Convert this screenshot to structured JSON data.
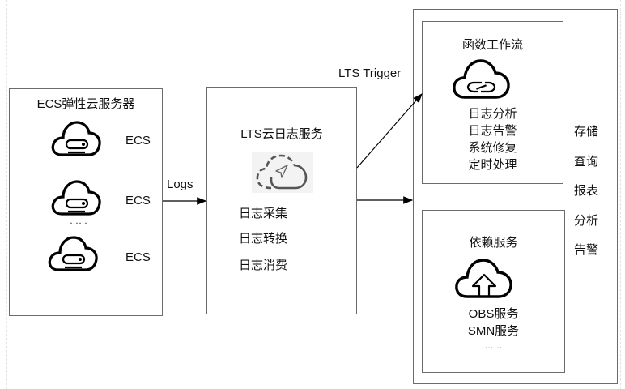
{
  "ecs_group": {
    "title": "ECS弹性云服务器",
    "instances": [
      {
        "icon": "cloud-server-icon",
        "label": "ECS"
      },
      {
        "icon": "cloud-server-icon",
        "label": "ECS"
      },
      {
        "icon": "cloud-server-icon",
        "label": "ECS"
      }
    ],
    "ellipsis": "……"
  },
  "edges": {
    "ecs_to_lts": "Logs",
    "lts_to_functions": "LTS Trigger"
  },
  "lts": {
    "title": "LTS云日志服务",
    "icon": "cloud-log-send-icon",
    "features": [
      "日志采集",
      "日志转换",
      "日志消费"
    ]
  },
  "function_graph": {
    "title": "函数工作流",
    "icon": "cloud-link-icon",
    "features": [
      "日志分析",
      "日志告警",
      "系统修复",
      "定时处理"
    ]
  },
  "dependencies": {
    "title": "依赖服务",
    "icon": "cloud-upload-icon",
    "services": [
      "OBS服务",
      "SMN服务",
      "……"
    ]
  },
  "capabilities": [
    "存储",
    "查询",
    "报表",
    "分析",
    "告警"
  ],
  "colors": {
    "border": "#6b6b6b",
    "stroke": "#000000",
    "lts_icon": "#555555"
  }
}
